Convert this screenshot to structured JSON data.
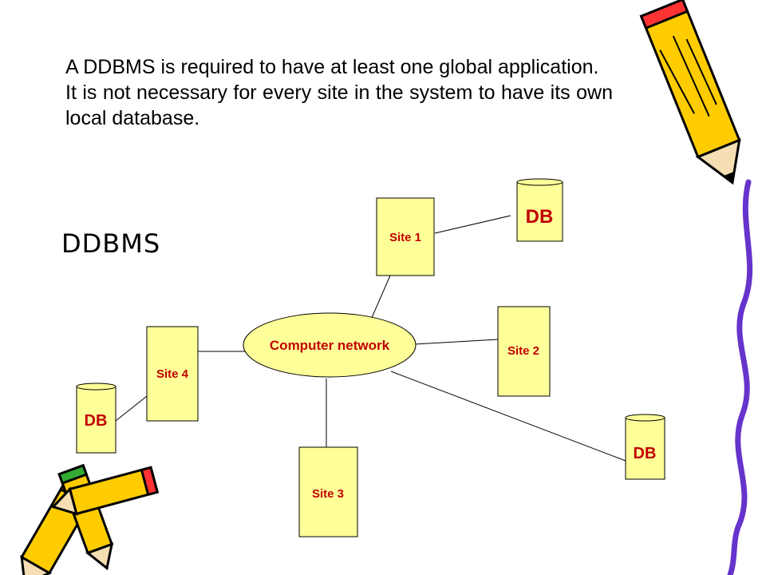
{
  "intro": {
    "line1": "A DDBMS is required to have at least one global application.",
    "line2": "It is not necessary for every site in the system to have its own local database."
  },
  "slide_title": "DDBMS",
  "network": {
    "label": "Computer network"
  },
  "sites": {
    "site1": "Site 1",
    "site2": "Site 2",
    "site3": "Site 3",
    "site4": "Site 4"
  },
  "databases": {
    "db1": "DB",
    "db2": "DB",
    "db3": "DB"
  },
  "decorations": {
    "top_right": "pencil-icon",
    "bottom_left": "crossed-pencils-icon",
    "right_edge": "wavy-line"
  },
  "colors": {
    "box_fill": "#ffff99",
    "label_red": "#c00000",
    "line": "#000000",
    "pencil_yellow": "#ffcc00",
    "pencil_red": "#ff3333",
    "pencil_green": "#33aa33",
    "wave_purple": "#6633cc"
  }
}
